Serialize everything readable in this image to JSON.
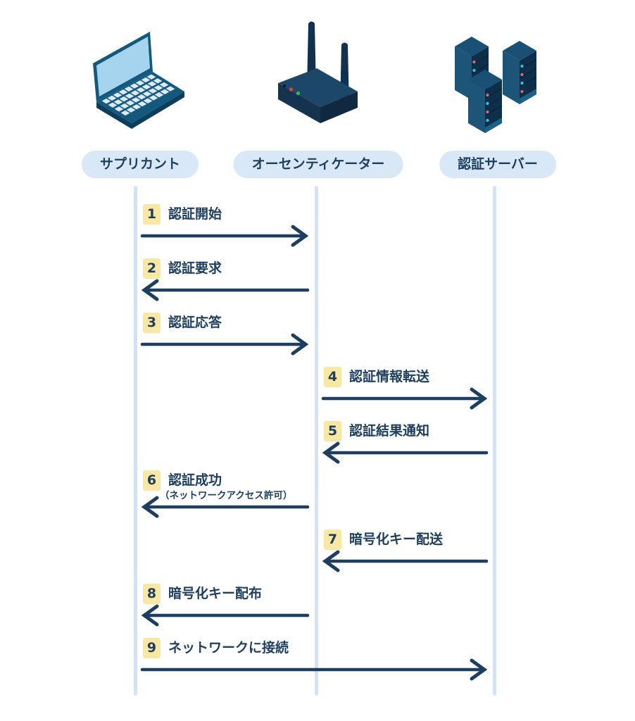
{
  "actors": [
    {
      "id": "supplicant",
      "label": "サプリカント",
      "icon": "laptop-icon"
    },
    {
      "id": "authenticator",
      "label": "オーセンティケーター",
      "icon": "wireless-router-icon"
    },
    {
      "id": "server",
      "label": "認証サーバー",
      "icon": "server-rack-icon"
    }
  ],
  "steps": [
    {
      "num": "1",
      "label": "認証開始",
      "from": "supplicant",
      "to": "authenticator"
    },
    {
      "num": "2",
      "label": "認証要求",
      "from": "authenticator",
      "to": "supplicant"
    },
    {
      "num": "3",
      "label": "認証応答",
      "from": "supplicant",
      "to": "authenticator"
    },
    {
      "num": "4",
      "label": "認証情報転送",
      "from": "authenticator",
      "to": "server"
    },
    {
      "num": "5",
      "label": "認証結果通知",
      "from": "server",
      "to": "authenticator"
    },
    {
      "num": "6",
      "label": "認証成功",
      "sublabel": "（ネットワークアクセス許可）",
      "from": "authenticator",
      "to": "supplicant"
    },
    {
      "num": "7",
      "label": "暗号化キー配送",
      "from": "server",
      "to": "authenticator"
    },
    {
      "num": "8",
      "label": "暗号化キー配布",
      "from": "authenticator",
      "to": "supplicant"
    },
    {
      "num": "9",
      "label": "ネットワークに接続",
      "from": "supplicant",
      "to": "server"
    }
  ],
  "colors": {
    "arrow": "#1d3e5f",
    "text": "#1d3e5f",
    "badge_bg": "#f8e8a3",
    "pill_bg": "#d9e8f7",
    "lifeline": "#d3e3f3"
  }
}
